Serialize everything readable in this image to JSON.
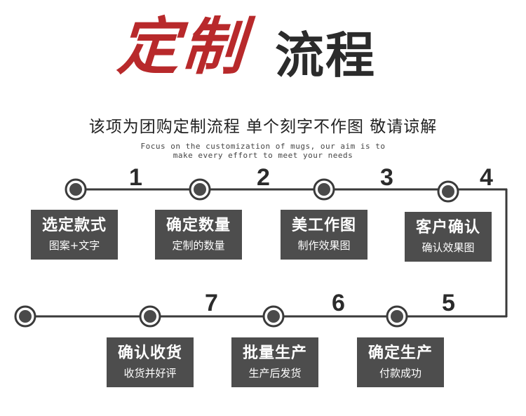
{
  "title": {
    "red": "定制",
    "black": "流程"
  },
  "subtitle": "该项为团购定制流程 单个刻字不作图 敬请谅解",
  "english": {
    "line1": "Focus on the customization of mugs, our aim is to",
    "line2": "make every effort to meet your needs"
  },
  "steps": [
    {
      "number": "1",
      "title": "选定款式",
      "detail": "图案+文字"
    },
    {
      "number": "2",
      "title": "确定数量",
      "detail": "定制的数量"
    },
    {
      "number": "3",
      "title": "美工作图",
      "detail": "制作效果图"
    },
    {
      "number": "4",
      "title": "客户确认",
      "detail": "确认效果图"
    },
    {
      "number": "5",
      "title": "确定生产",
      "detail": "付款成功"
    },
    {
      "number": "6",
      "title": "批量生产",
      "detail": "生产后发货"
    },
    {
      "number": "7",
      "title": "确认收货",
      "detail": "收货并好评"
    }
  ],
  "colors": {
    "title_red": "#b8292b",
    "box_fill": "#4d4d4d",
    "line": "#3a3a3a"
  }
}
